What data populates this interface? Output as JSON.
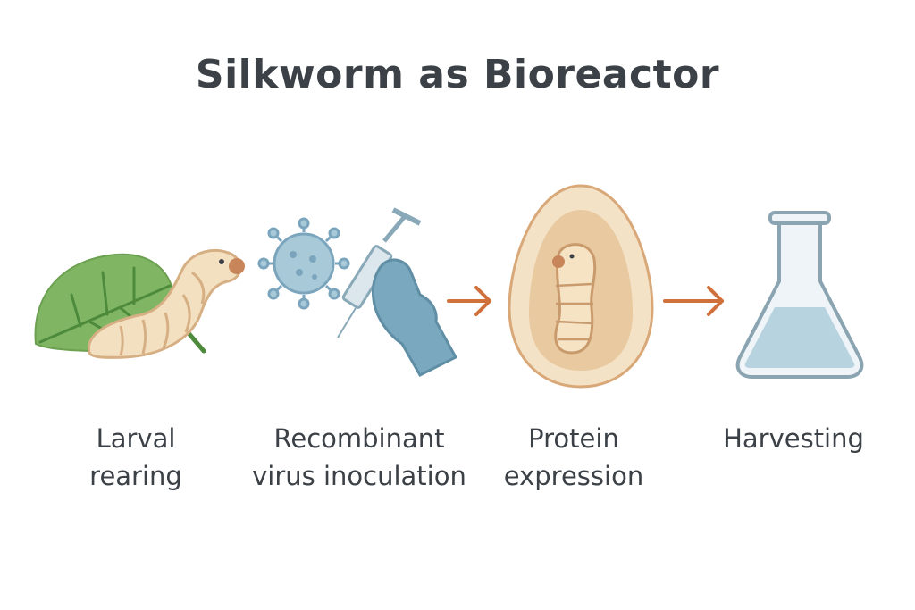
{
  "title": "Silkworm as Bioreactor",
  "steps": [
    {
      "line1": "Larval",
      "line2": "rearing"
    },
    {
      "line1": "Recombinant",
      "line2": "virus inoculation"
    },
    {
      "line1": "Protein",
      "line2": "expression"
    },
    {
      "line1": "Harvesting",
      "line2": ""
    }
  ],
  "colors": {
    "text": "#3b4146",
    "arrow": "#d0703a",
    "leaf": "#7fb563",
    "larva": "#f3e0c0",
    "egg": "#f1dcbd",
    "glove": "#7aa8be",
    "liquid": "#b7d3df"
  }
}
